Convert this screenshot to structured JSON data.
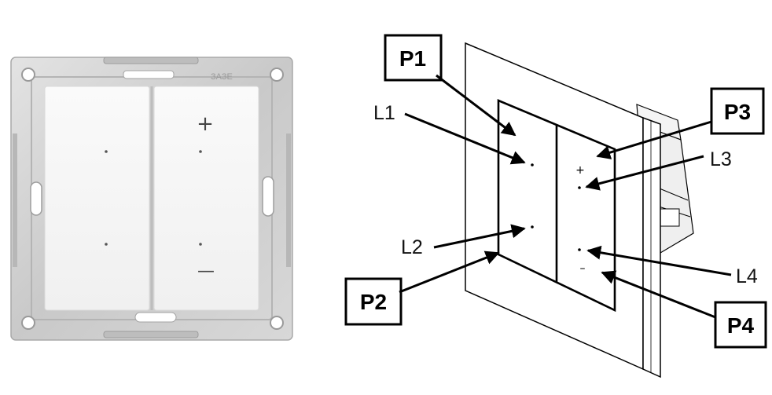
{
  "photo": {
    "brand_mark": "ЗАЗЕ",
    "plus_symbol": "+",
    "minus_symbol": "—"
  },
  "diagram": {
    "plus_symbol": "+",
    "minus_symbol": "–",
    "box_labels": {
      "p1": "P1",
      "p2": "P2",
      "p3": "P3",
      "p4": "P4"
    },
    "plain_labels": {
      "l1": "L1",
      "l2": "L2",
      "l3": "L3",
      "l4": "L4"
    }
  }
}
